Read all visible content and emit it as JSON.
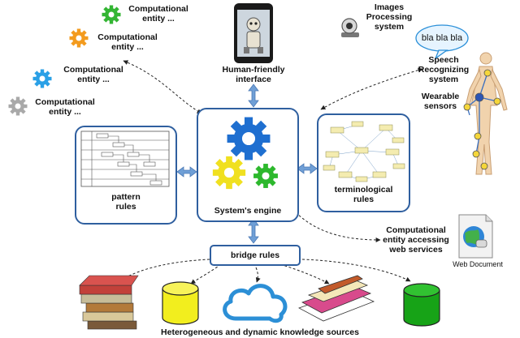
{
  "computational_entities": [
    {
      "line1": "Computational",
      "line2": "entity ...",
      "color": "#33b533"
    },
    {
      "line1": "Computational",
      "line2": "entity ...",
      "color": "#f39b1e"
    },
    {
      "line1": "Computational",
      "line2": "entity ...",
      "color": "#2aa0e6"
    },
    {
      "line1": "Computational",
      "line2": "entity ...",
      "color": "#a9a9a9"
    }
  ],
  "interface": {
    "line1": "Human-friendly",
    "line2": "interface"
  },
  "images_system": {
    "line1": "Images",
    "line2": "Processing",
    "line3": "system"
  },
  "speech_bubble": {
    "text": "bla bla bla"
  },
  "speech_system": {
    "line1": "Speech",
    "line2": "Recognizing",
    "line3": "system"
  },
  "sensors": {
    "line1": "Wearable",
    "line2": "sensors"
  },
  "pattern_rules": {
    "line1": "pattern",
    "line2": "rules"
  },
  "engine": {
    "label": "System's engine"
  },
  "terminological_rules": {
    "line1": "terminological",
    "line2": "rules"
  },
  "web_entity": {
    "line1": "Computational",
    "line2": "entity accessing",
    "line3": "web services"
  },
  "web_document": {
    "label": "Web Document"
  },
  "bridge_rules": {
    "label": "bridge rules"
  },
  "sources": {
    "caption": "Heterogeneous and dynamic knowledge sources"
  },
  "colors": {
    "accent": "#2f5f9f",
    "gear_blue": "#1f6fd0",
    "gear_yellow": "#f0e020",
    "gear_green": "#2db82d",
    "db_yellow": "#f2ee1e",
    "db_green": "#17a317",
    "cloud": "#2c8fd6"
  }
}
